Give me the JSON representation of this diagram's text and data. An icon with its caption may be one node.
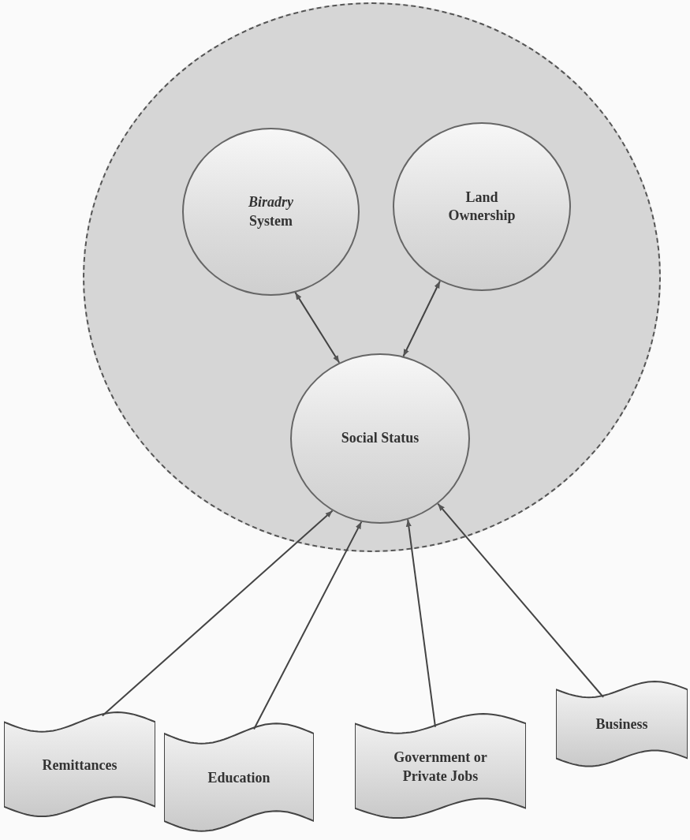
{
  "diagram": {
    "nodes": [
      {
        "text": [],
        "shape": "circle"
      },
      {
        "text": [
          "*Biradry* System"
        ],
        "in": 0
      },
      {
        "text": [
          "Land Ownership"
        ],
        "in": 0
      },
      {
        "text": [
          "Social Status"
        ],
        "in": 0
      },
      {
        "text": [
          "Remittances"
        ]
      },
      {
        "text": [
          "Education"
        ]
      },
      {
        "text": [
          "Government or Private Jobs"
        ]
      },
      {
        "text": [
          "Business"
        ]
      }
    ],
    "edges": [
      {
        "from": 1,
        "to": 3,
        "arrow": "both"
      },
      {
        "from": 2,
        "to": 3,
        "arrow": "both"
      },
      {
        "from": 4,
        "to": 3,
        "arrow": "to"
      },
      {
        "from": 5,
        "to": 3,
        "arrow": "to"
      },
      {
        "from": 6,
        "to": 3,
        "arrow": "to"
      },
      {
        "from": 7,
        "to": 3,
        "arrow": "to"
      }
    ]
  }
}
